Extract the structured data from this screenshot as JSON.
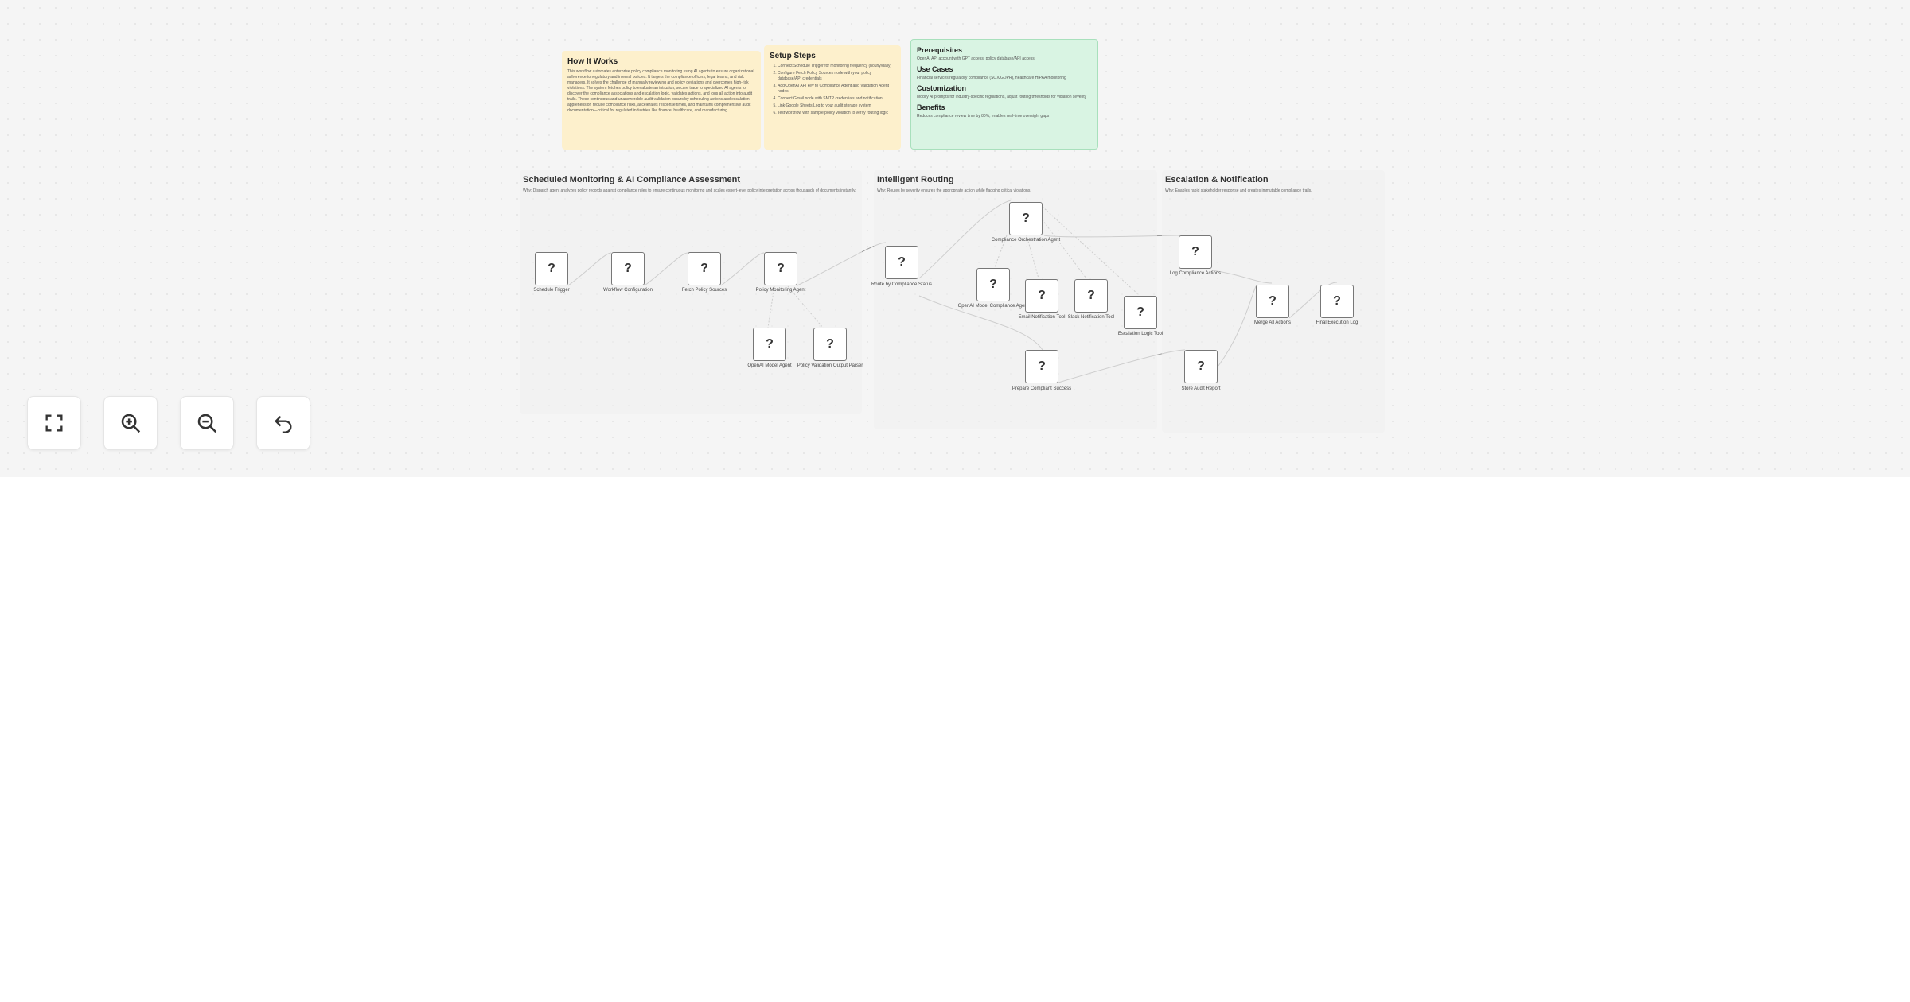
{
  "sticky_notes": {
    "how_it_works": {
      "title": "How It Works",
      "body": "This workflow automates enterprise policy compliance monitoring using AI agents to ensure organizational adherence to regulatory and internal policies. It targets the compliance officers, legal teams, and risk managers. It solves the challenge of manually reviewing and policy deviations and overcomes high-risk violations. The system fetches policy to evaluate an intrusion, secure trace to specialized AI agents to discover the compliance associations and escalation logic, validates actions, and logs all action into audit trails. These continuous and unanswerable audit validation occurs by scheduling actions and escalation, apprehension reduce compliance risks, accelerates response times, and maintains comprehensive audit documentation—critical for regulated industries like finance, healthcare, and manufacturing."
    },
    "setup_steps": {
      "title": "Setup Steps",
      "steps": [
        "Connect Schedule Trigger for monitoring frequency (hourly/daily)",
        "Configure Fetch Policy Sources node with your policy database/API credentials",
        "Add OpenAI API key to Compliance Agent and Validation Agent nodes",
        "Connect Gmail node with SMTP credentials and notification",
        "Link Google Sheets Log to your audit storage system",
        "Test workflow with sample policy violation to verify routing logic"
      ]
    },
    "prerequisites": {
      "title": "Prerequisites",
      "body": "OpenAI API account with GPT access, policy database/API access",
      "use_cases_title": "Use Cases",
      "use_cases_body": "Financial services regulatory compliance (SOX/GDPR), healthcare HIPAA monitoring",
      "customization_title": "Customization",
      "customization_body": "Modify AI prompts for industry-specific regulations, adjust routing thresholds for violation severity",
      "benefits_title": "Benefits",
      "benefits_body": "Reduces compliance review time by 80%, enables real-time oversight gaps"
    }
  },
  "groups": {
    "monitoring": {
      "title": "Scheduled Monitoring & AI Compliance Assessment",
      "desc": "Why: Dispatch agent analyzes policy records against compliance rules to ensure continuous monitoring and scales expert-level policy interpretation across thousands of documents instantly."
    },
    "routing": {
      "title": "Intelligent Routing",
      "desc": "Why: Routes by severity ensures the appropriate action while flagging critical violations."
    },
    "escalation": {
      "title": "Escalation & Notification",
      "desc": "Why: Enables rapid stakeholder response and creates immutable compliance trails."
    }
  },
  "nodes": [
    {
      "id": "n1",
      "label": "Schedule Trigger",
      "icon": "?"
    },
    {
      "id": "n2",
      "label": "Workflow Configuration",
      "icon": "?"
    },
    {
      "id": "n3",
      "label": "Fetch Policy Sources",
      "icon": "?"
    },
    {
      "id": "n4",
      "label": "Policy Monitoring Agent",
      "icon": "?"
    },
    {
      "id": "n5",
      "label": "OpenAI Model Agent",
      "icon": "?"
    },
    {
      "id": "n6",
      "label": "Policy Validation Output Parser",
      "icon": "?"
    },
    {
      "id": "n7",
      "label": "Route by Compliance Status",
      "icon": "?"
    },
    {
      "id": "n8",
      "label": "Compliance Orchestration Agent",
      "icon": "?"
    },
    {
      "id": "n9",
      "label": "OpenAI Model Compliance Agent",
      "icon": "?"
    },
    {
      "id": "n10",
      "label": "Email Notification Tool",
      "icon": "?"
    },
    {
      "id": "n11",
      "label": "Slack Notification Tool",
      "icon": "?"
    },
    {
      "id": "n12",
      "label": "Escalation Logic Tool",
      "icon": "?"
    },
    {
      "id": "n13",
      "label": "Prepare Compliant Success",
      "icon": "?"
    },
    {
      "id": "n14",
      "label": "Log Compliance Actions",
      "icon": "?"
    },
    {
      "id": "n15",
      "label": "Merge All Actions",
      "icon": "?"
    },
    {
      "id": "n16",
      "label": "Store Audit Report",
      "icon": "?"
    },
    {
      "id": "n17",
      "label": "Final Execution Log",
      "icon": "?"
    }
  ],
  "controls": {
    "fit": "fit-view-icon",
    "zoom_in": "zoom-in-icon",
    "zoom_out": "zoom-out-icon",
    "undo": "undo-icon"
  },
  "colors": {
    "canvas": "#f5f5f5",
    "sticky_yellow": "#fdf0cc",
    "sticky_green": "#d9f4e3",
    "edge": "#999999"
  }
}
